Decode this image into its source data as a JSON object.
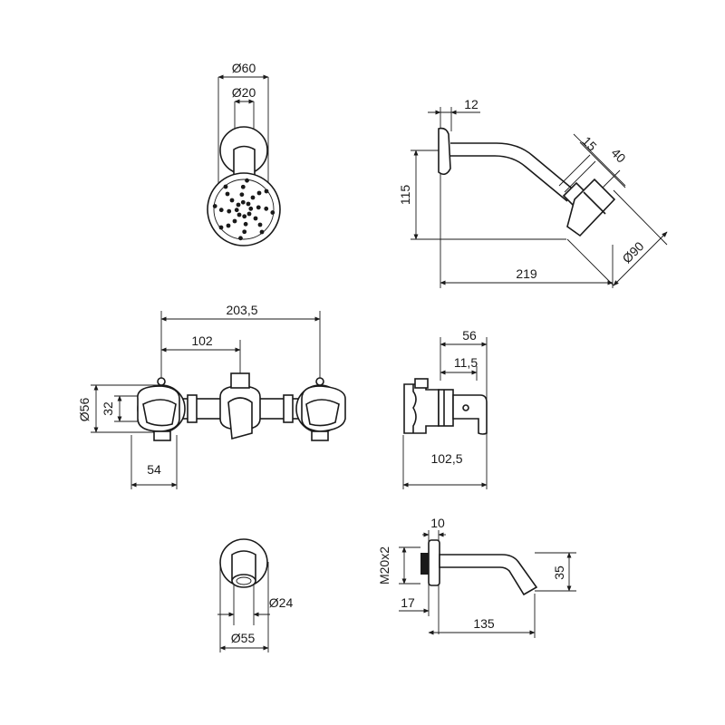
{
  "views": {
    "showerhead_front": {
      "dim_outer": "Ø60",
      "dim_inner": "Ø20"
    },
    "showerhead_side": {
      "dim_flange": "12",
      "dim_height": "115",
      "dim_a": "15",
      "dim_b": "40",
      "dim_head": "Ø90",
      "dim_length": "219"
    },
    "mixer_front": {
      "dim_total": "203,5",
      "dim_center": "102",
      "dim_dia": "Ø56",
      "dim_inner": "32",
      "dim_offset": "54"
    },
    "mixer_side": {
      "dim_a": "56",
      "dim_b": "11,5",
      "dim_total": "102,5"
    },
    "spout_front": {
      "dim_inner": "Ø24",
      "dim_outer": "Ø55"
    },
    "spout_side": {
      "dim_flange": "10",
      "dim_thread": "M20x2",
      "dim_height": "35",
      "dim_offset": "17",
      "dim_length": "135"
    }
  }
}
